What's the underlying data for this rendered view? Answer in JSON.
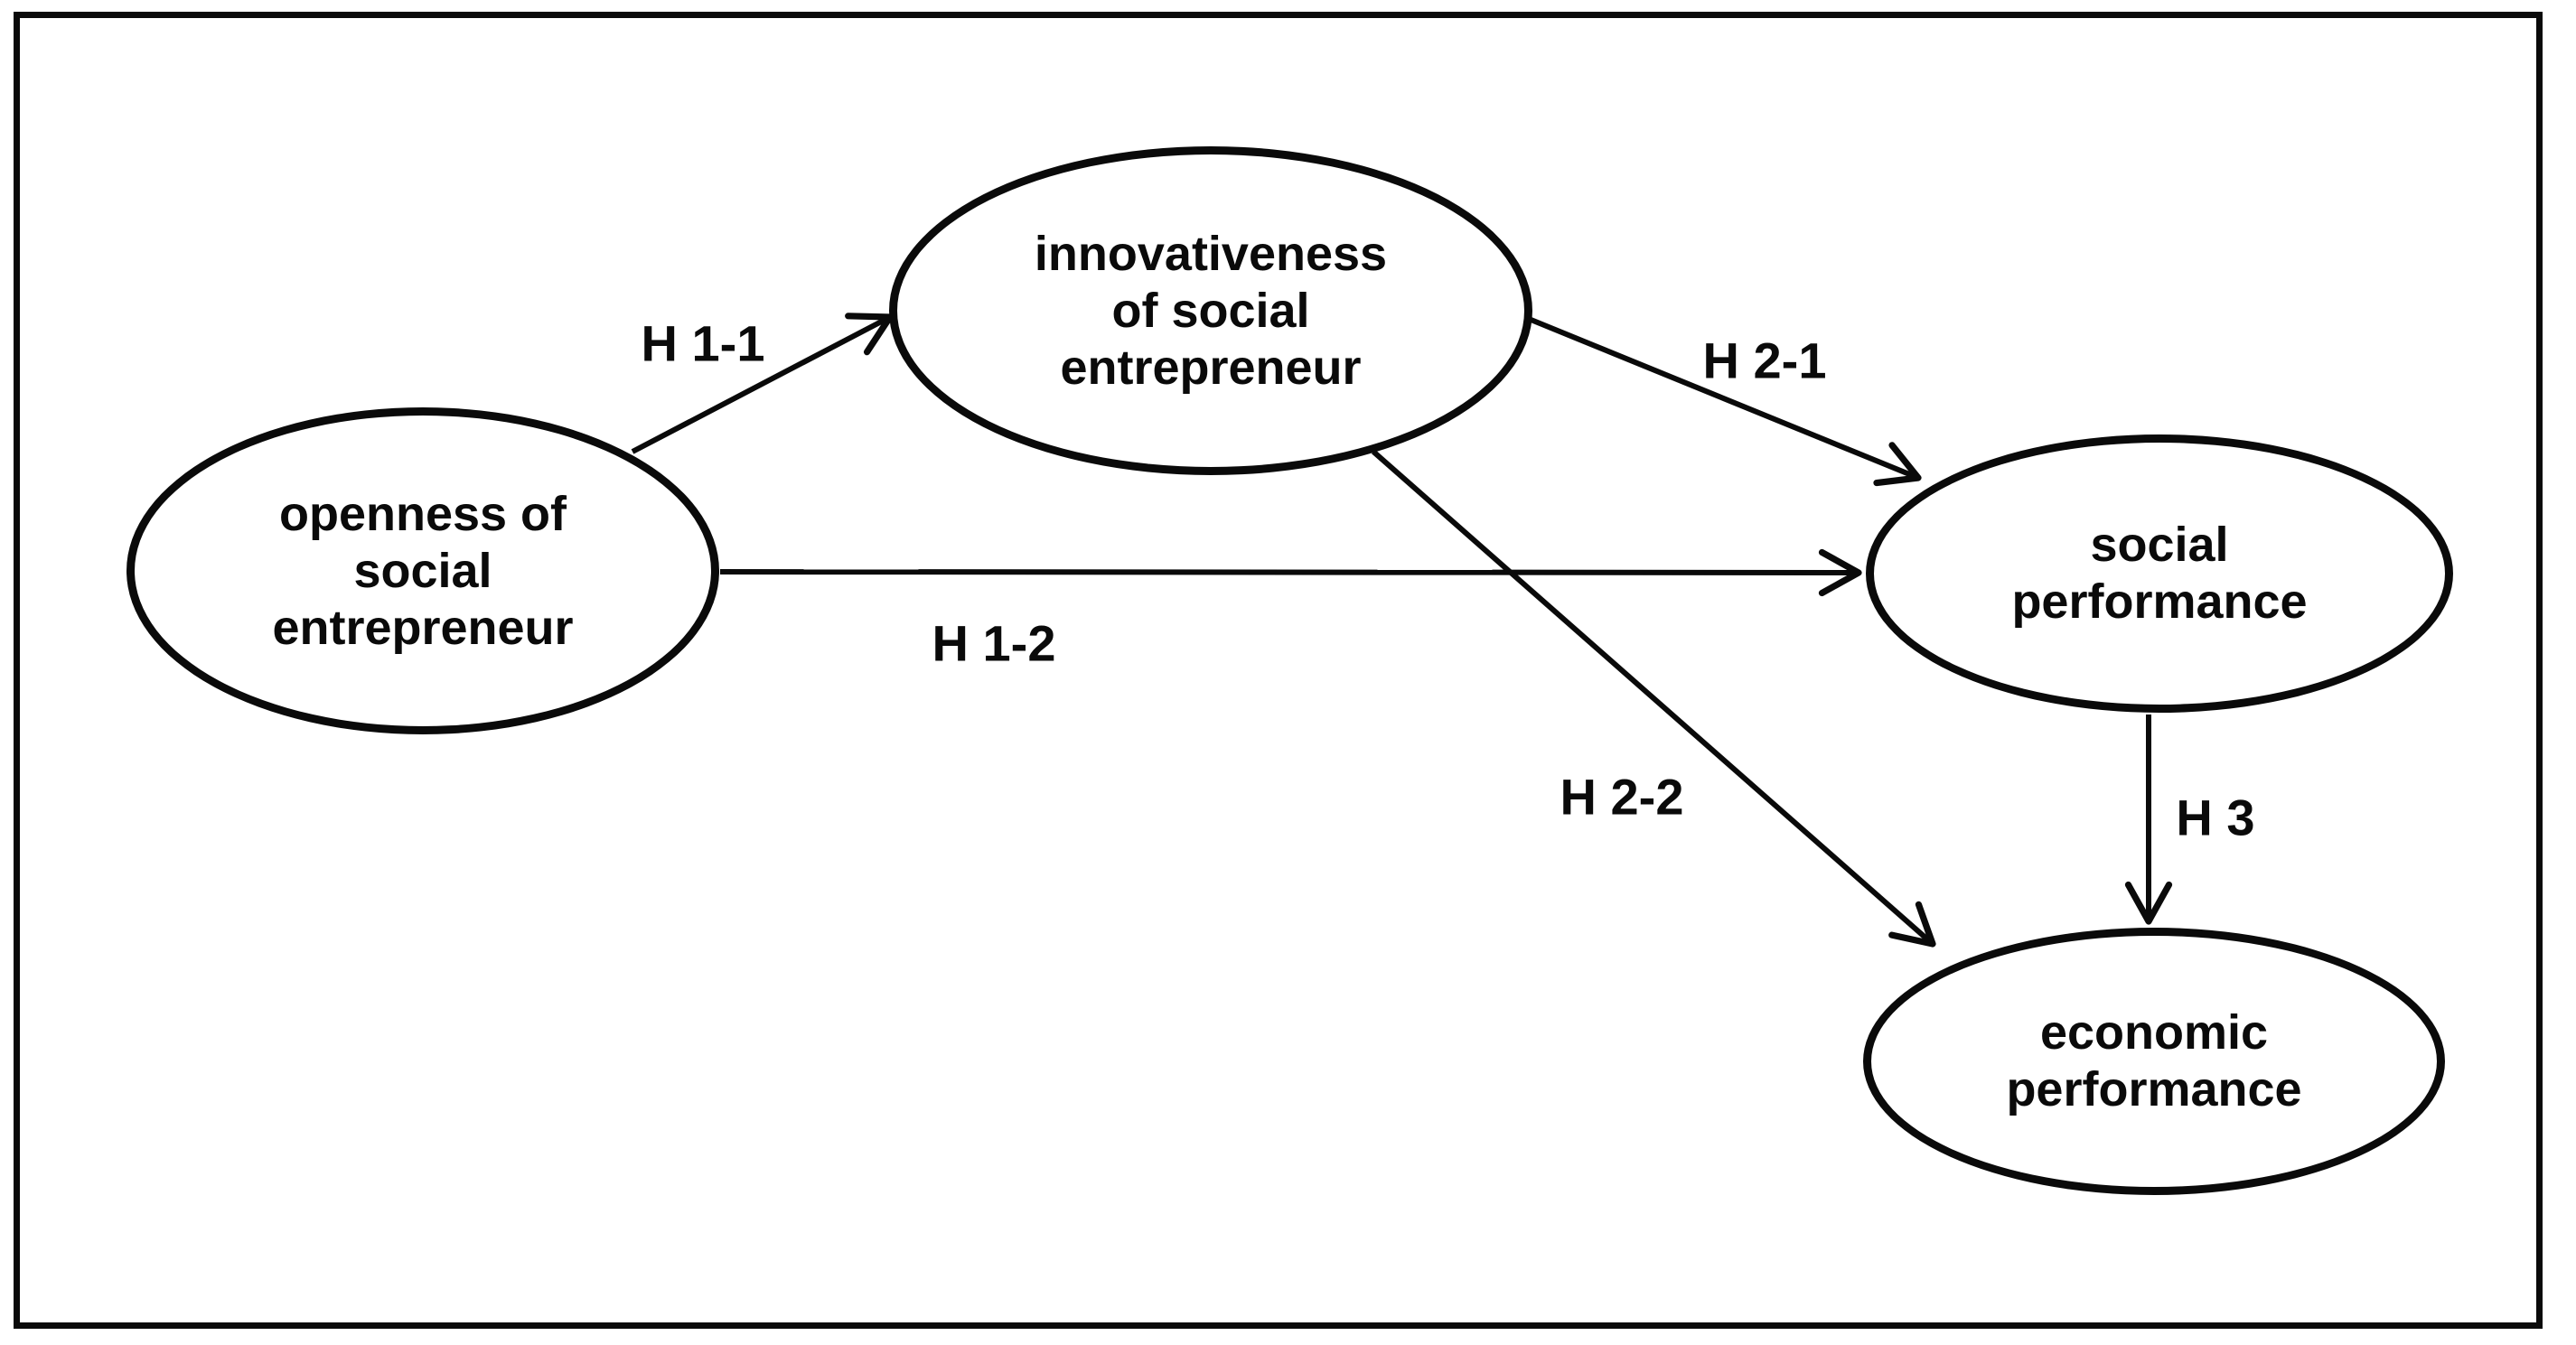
{
  "diagram": {
    "type": "hypothesis-model",
    "colors": {
      "stroke": "#0a0a0a",
      "background": "#ffffff",
      "text": "#0a0a0a"
    },
    "nodes": [
      {
        "id": "openness",
        "lines": [
          "openness of",
          "social",
          "entrepreneur"
        ]
      },
      {
        "id": "innovativeness",
        "lines": [
          "innovativeness",
          "of social",
          "entrepreneur"
        ]
      },
      {
        "id": "social-performance",
        "lines": [
          "social",
          "performance"
        ]
      },
      {
        "id": "economic-performance",
        "lines": [
          "economic",
          "performance"
        ]
      }
    ],
    "edges": [
      {
        "id": "h1-1",
        "label": "H 1-1",
        "from": "openness",
        "to": "innovativeness"
      },
      {
        "id": "h1-2",
        "label": "H 1-2",
        "from": "openness",
        "to": "social-performance"
      },
      {
        "id": "h2-1",
        "label": "H 2-1",
        "from": "innovativeness",
        "to": "social-performance"
      },
      {
        "id": "h2-2",
        "label": "H 2-2",
        "from": "innovativeness",
        "to": "economic-performance"
      },
      {
        "id": "h3",
        "label": "H 3",
        "from": "social-performance",
        "to": "economic-performance"
      }
    ]
  }
}
